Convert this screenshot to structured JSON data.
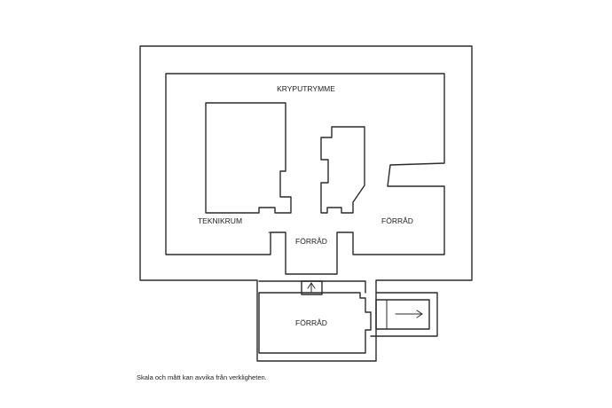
{
  "rooms": {
    "crawlspace": "KRYPUTRYMME",
    "technical_room": "TEKNIKRUM",
    "storage_center": "FÖRRÅD",
    "storage_right": "FÖRRÅD",
    "storage_bottom": "FÖRRÅD"
  },
  "disclaimer": "Skala och mått kan avvika från verkligheten.",
  "colors": {
    "line": "#2a2a2a",
    "background": "#ffffff"
  }
}
